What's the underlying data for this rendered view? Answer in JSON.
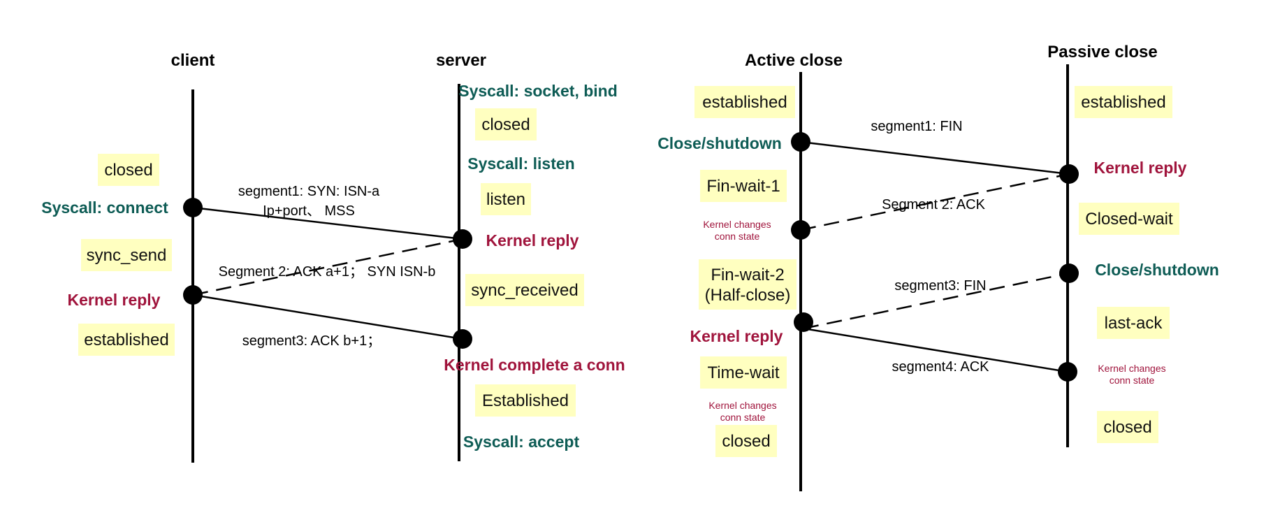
{
  "handshake": {
    "client_header": "client",
    "server_header": "server",
    "client_states": [
      "closed",
      "sync_send",
      "established"
    ],
    "server_states": [
      "closed",
      "listen",
      "sync_received",
      "Established"
    ],
    "client_events": [
      "Syscall: connect",
      "Kernel reply"
    ],
    "server_events": [
      "Syscall: socket, bind",
      "Syscall: listen",
      "Kernel reply",
      "Kernel complete a conn",
      "Syscall: accept"
    ],
    "segments": [
      [
        "segment1: SYN: ISN-a",
        "Ip+port、 MSS"
      ],
      [
        "Segment 2: ACK a+1；  SYN ISN-b"
      ],
      [
        "segment3: ACK b+1；"
      ]
    ]
  },
  "teardown": {
    "active_header": "Active close",
    "passive_header": "Passive close",
    "active_states": [
      "established",
      "Fin-wait-1",
      "Fin-wait-2\n(Half-close)",
      "Time-wait",
      "closed"
    ],
    "passive_states": [
      "established",
      "Closed-wait",
      "last-ack",
      "closed"
    ],
    "active_events": [
      "Close/shutdown",
      "Kernel reply"
    ],
    "active_small_events": [
      "Kernel changes\nconn state",
      "Kernel changes\nconn state"
    ],
    "passive_events": [
      "Kernel reply",
      "Close/shutdown"
    ],
    "passive_small_events": [
      "Kernel changes\nconn state"
    ],
    "segments": [
      "segment1: FIN",
      "Segment 2: ACK",
      "segment3: FIN",
      "segment4: ACK"
    ]
  },
  "colors": {
    "state_fill": "#ffffc0",
    "syscall_text": "#0e5c55",
    "kernel_text": "#a0143c"
  }
}
